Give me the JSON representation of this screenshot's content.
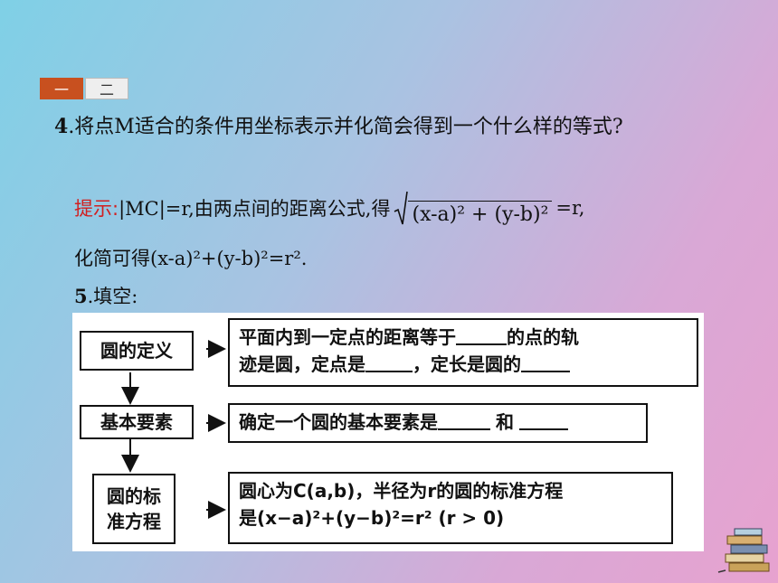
{
  "tabs": {
    "tab1": "一",
    "tab2": "二"
  },
  "question4": {
    "num": "4",
    "text": ".将点M适合的条件用坐标表示并化简会得到一个什么样的等式?"
  },
  "hint": {
    "label": "提示:",
    "text1": "|MC|=r,由两点间的距离公式,得",
    "radicand": "(x-a)² + (y-b)²",
    "text2": "=r,"
  },
  "simplify": "化简可得(x-a)²+(y-b)²=r².",
  "question5": {
    "num": "5",
    "text": ".填空:"
  },
  "diagram": {
    "def_label": "圆的定义",
    "def_line1_a": "平面内到一定点的距离等于",
    "def_line1_b": "的点的轨",
    "def_line2_a": "迹是圆，定点是",
    "def_line2_b": "，定长是圆的",
    "elements_label": "基本要素",
    "elements_a": "确定一个圆的基本要素是",
    "elements_b": "和",
    "eq_label_1": "圆的标",
    "eq_label_2": "准方程",
    "eq_line1": "圆心为C(a,b)，半径为r的圆的标准方程",
    "eq_line2": "是(x−a)²+(y−b)²=r² (r > 0)"
  }
}
